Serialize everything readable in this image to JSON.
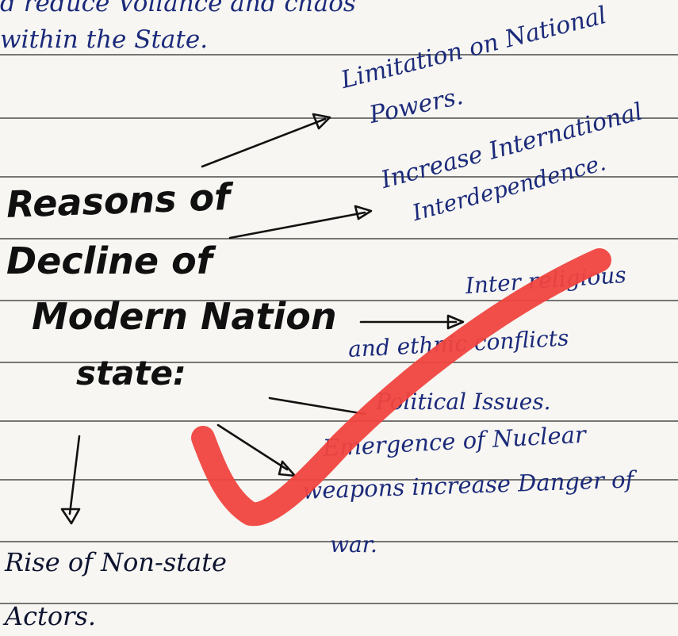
{
  "notebook": {
    "top_lines": [
      "d reduce Voilance and chaos",
      "within the State."
    ],
    "title_lines": [
      "Reasons of",
      "Decline of",
      "Modern Nation",
      "state:"
    ],
    "branches": [
      {
        "lines": [
          "Limitation on National",
          "Powers."
        ]
      },
      {
        "lines": [
          "Increase International",
          "Interdependence."
        ]
      },
      {
        "lines": [
          "Inter religious",
          "and ethnic conflicts"
        ]
      },
      {
        "lines": [
          "Political Issues."
        ]
      },
      {
        "lines": [
          "Emergence of Nuclear",
          "weapons increase Danger of",
          "war."
        ]
      }
    ],
    "bottom_lines": [
      "Rise of Non-state",
      "Actors."
    ]
  },
  "overlay": {
    "checkmark_color": "#f0453f"
  }
}
